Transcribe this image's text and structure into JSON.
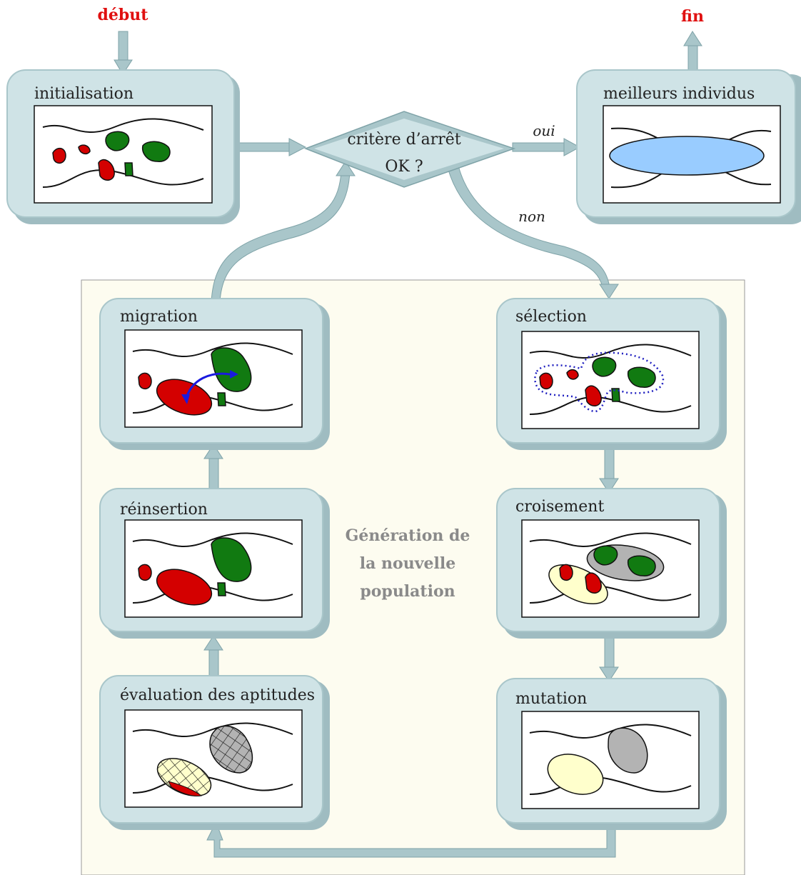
{
  "start_label": "début",
  "end_label": "fin",
  "decision": {
    "line1": "critère d’arrêt",
    "line2": "OK ?"
  },
  "edge_yes": "oui",
  "edge_no": "non",
  "center_text": {
    "line1": "Génération de",
    "line2": "la nouvelle",
    "line3": "population"
  },
  "steps": {
    "initialisation": "initialisation",
    "best": "meilleurs individus",
    "migration": "migration",
    "selection": "sélection",
    "reinsertion": "réinsertion",
    "croisement": "croisement",
    "evaluation": "évaluation des aptitudes",
    "mutation": "mutation"
  },
  "colors": {
    "box_fill": "#cfe3e6",
    "box_shadow": "#9fbcc1",
    "arrow": "#a9c6ca",
    "panel_bg": "#fdfcf0",
    "red_blob": "#d40000",
    "green_blob": "#117a11",
    "blue_ellipse": "#99ccff",
    "yellow_ellipse": "#ffffcc",
    "grey_blob": "#b3b3b3",
    "dotted_border": "#2020c0",
    "label_red": "#e01010"
  }
}
